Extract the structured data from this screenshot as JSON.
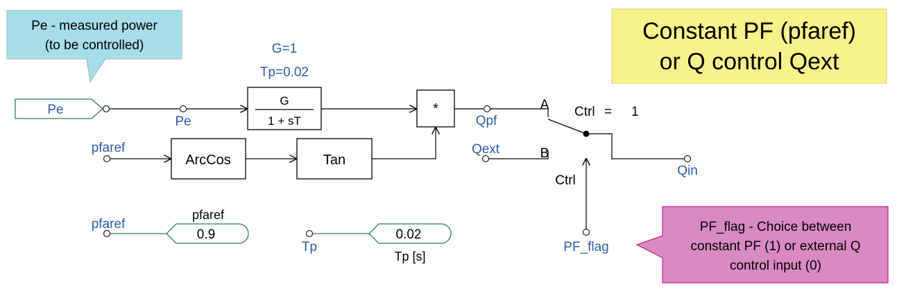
{
  "callouts": {
    "pe": {
      "line1": "Pe - measured power",
      "line2": "(to be controlled)",
      "color": "#a6dde8"
    },
    "title": {
      "line1": "Constant PF (pfaref)",
      "line2": "or Q control Qext",
      "color": "#f7f28a"
    },
    "pf_flag": {
      "line1": "PF_flag - Choice between",
      "line2": "constant PF (1) or external Q",
      "line3": "control input (0)",
      "color": "#d98ac2"
    }
  },
  "inputs": {
    "pe_port": "Pe",
    "pe_node": "Pe",
    "pfaref_in": "pfaref",
    "pfaref_const_node": "pfaref",
    "tp_node": "Tp",
    "pf_flag_node": "PF_flag",
    "qext_node": "Qext",
    "qpf_node": "Qpf",
    "qin_node": "Qin"
  },
  "lag_block": {
    "param_g": "G=1",
    "param_tp": "Tp=0.02",
    "numerator": "G",
    "denominator": "1 + sT"
  },
  "arccos_block": "ArcCos",
  "tan_block": "Tan",
  "mult_block": "*",
  "switch": {
    "a": "A",
    "b": "B",
    "ctrl_label": "Ctrl",
    "ctrl_eq": "=",
    "ctrl_value": "1",
    "ctrl_input": "Ctrl"
  },
  "constants": {
    "pfaref": {
      "name": "pfaref",
      "value": "0.9"
    },
    "tp": {
      "name": "Tp [s]",
      "value": "0.02"
    }
  }
}
